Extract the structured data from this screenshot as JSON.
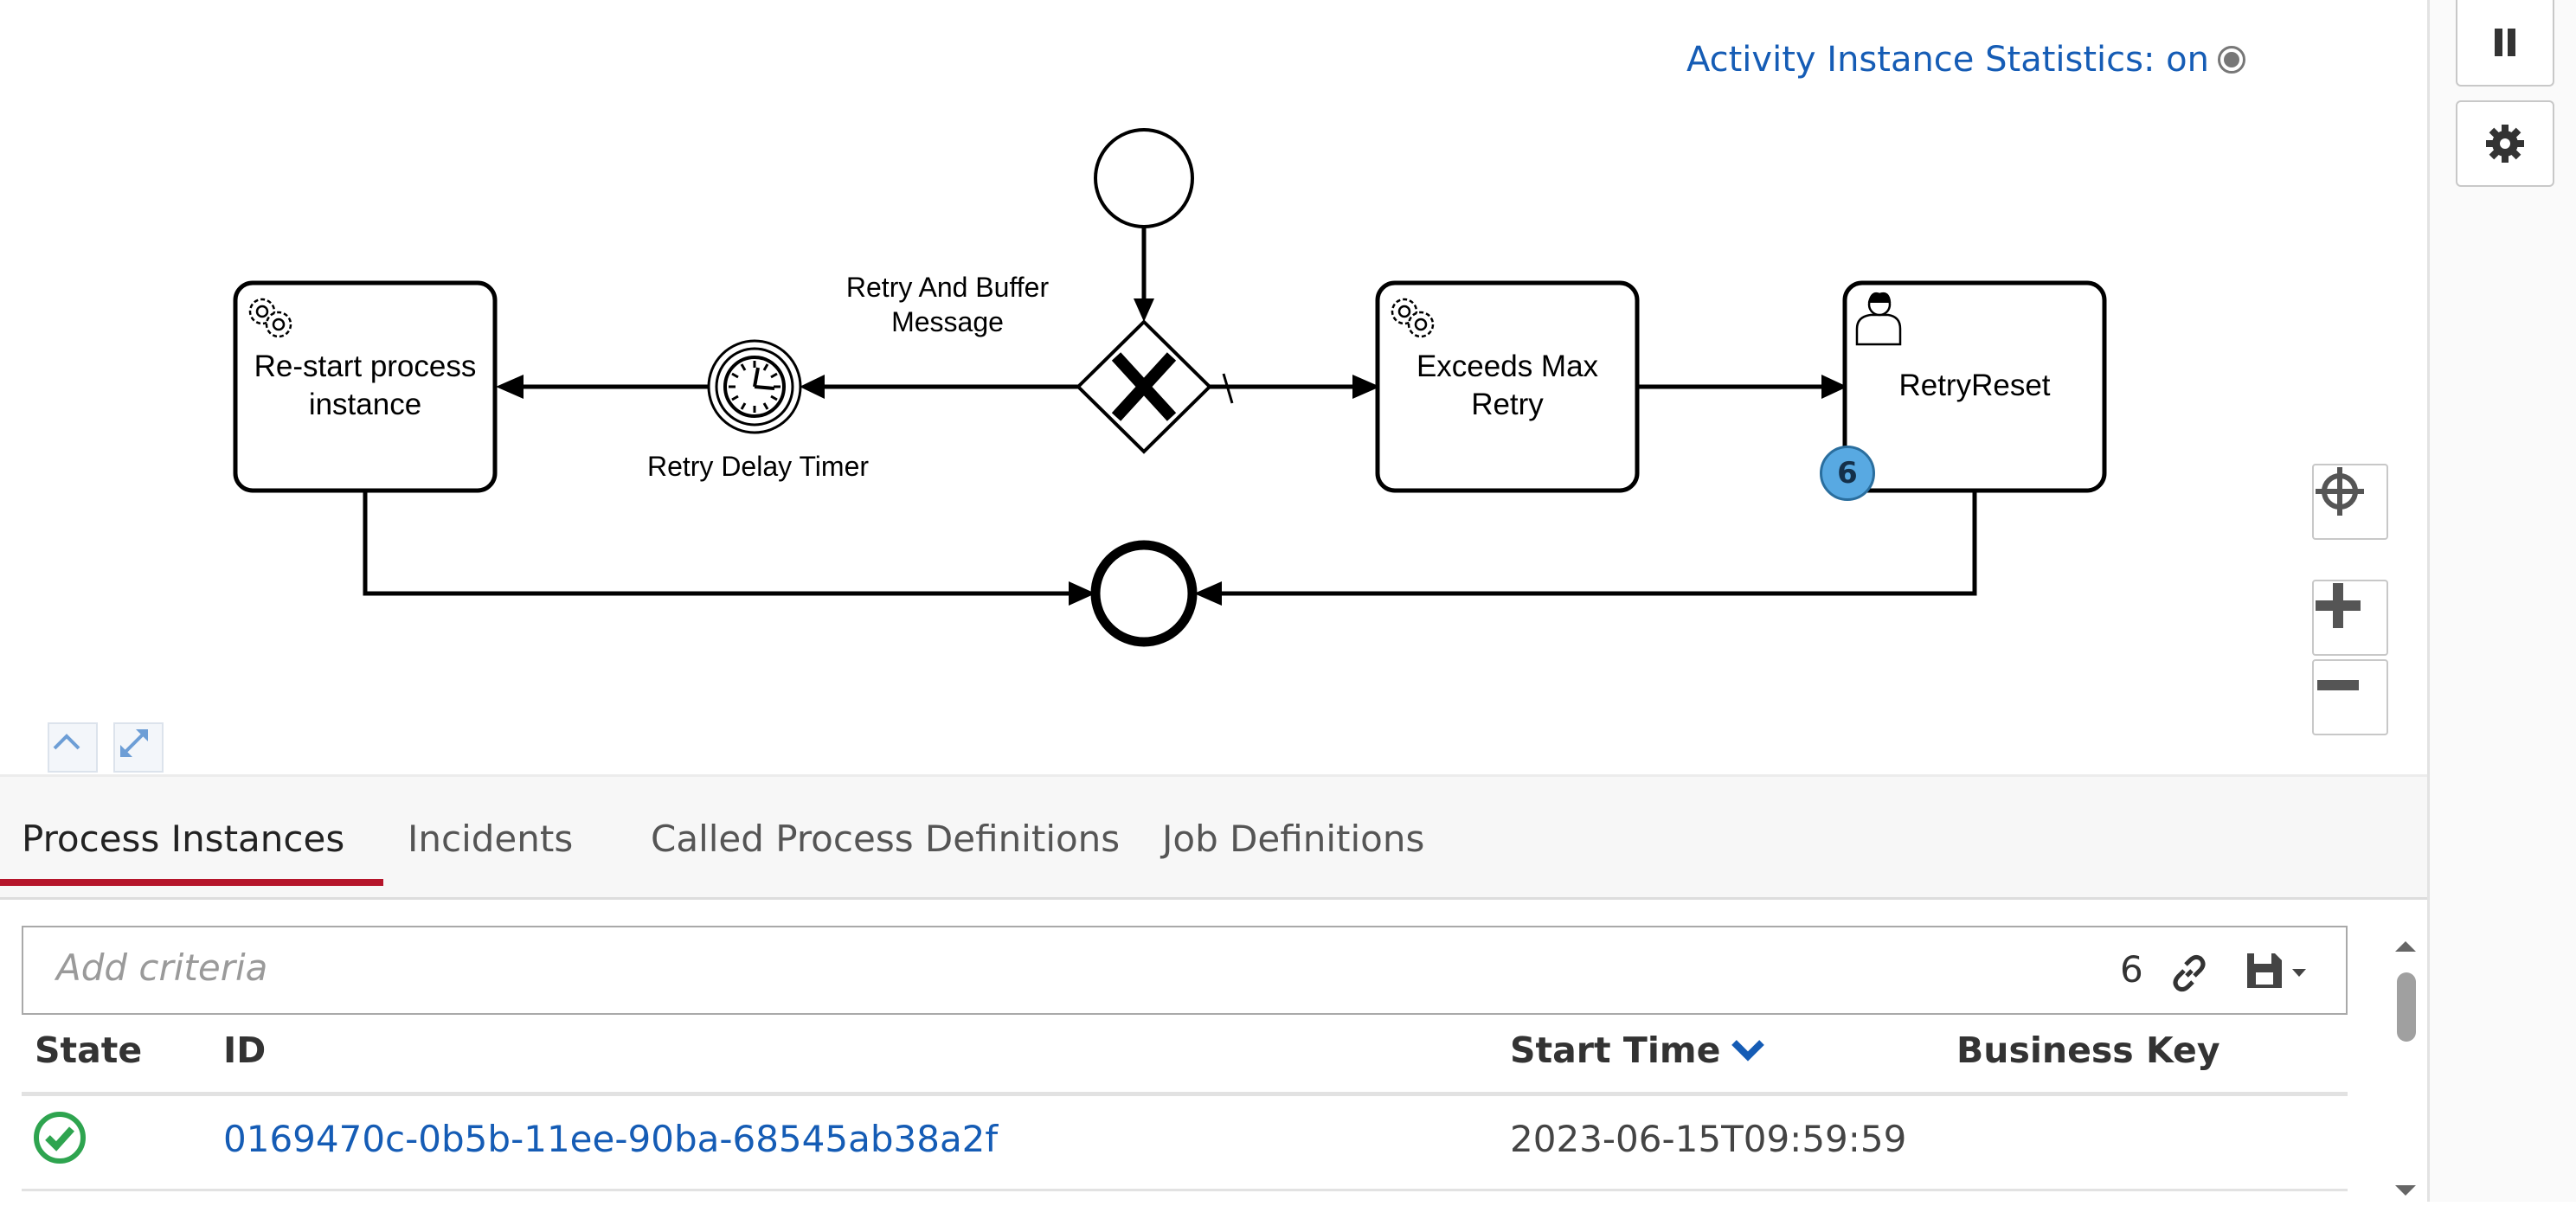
{
  "diagram": {
    "statistics_toggle_label": "Activity Instance Statistics: on",
    "tasks": [
      {
        "label_lines": [
          "Re-start process",
          "instance"
        ],
        "icon": "gear-icon"
      },
      {
        "label_lines": [
          "Exceeds Max",
          "Retry"
        ],
        "icon": "gear-icon"
      },
      {
        "label_lines": [
          "RetryReset"
        ],
        "icon": "user-icon"
      }
    ],
    "gateway_flow_label_lines": [
      "Retry And Buffer",
      "Message"
    ],
    "timer_label": "Retry Delay Timer",
    "instance_badge_count": "6"
  },
  "tabs": [
    {
      "label": "Process Instances",
      "active": true
    },
    {
      "label": "Incidents",
      "active": false
    },
    {
      "label": "Called Process Definitions",
      "active": false
    },
    {
      "label": "Job Definitions",
      "active": false
    }
  ],
  "filter": {
    "placeholder": "Add criteria",
    "result_count": "6"
  },
  "table": {
    "columns": [
      "State",
      "ID",
      "Start Time",
      "Business Key"
    ],
    "sort_column": "Start Time",
    "rows": [
      {
        "state": "completed",
        "id": "0169470c-0b5b-11ee-90ba-68545ab38a2f",
        "start_time": "2023-06-15T09:59:59",
        "business_key": ""
      }
    ]
  },
  "colors": {
    "accent_blue": "#155cb5",
    "active_tab_underline": "#b5152b",
    "state_ok_green": "#2ea44f",
    "badge_blue": "#58a9e2"
  }
}
